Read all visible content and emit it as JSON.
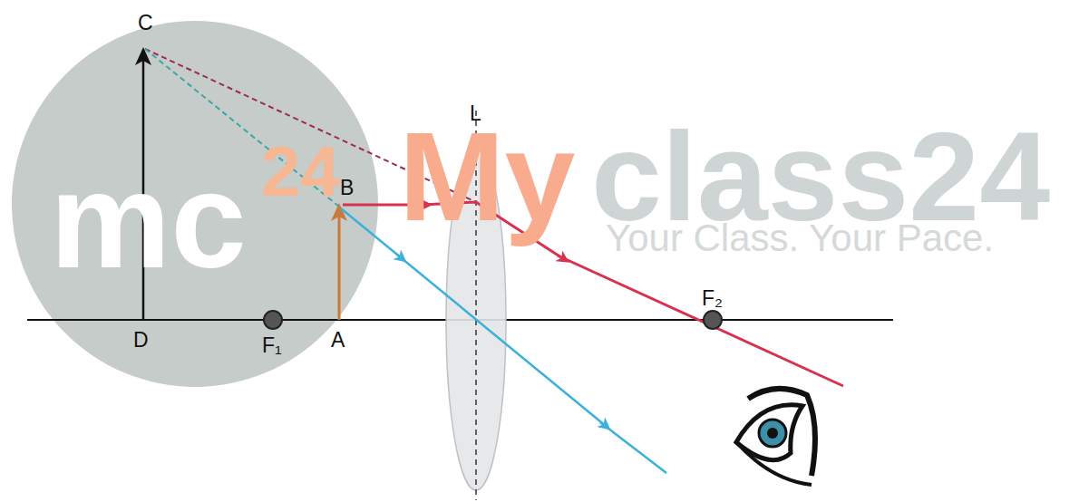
{
  "diagram": {
    "labels": [
      "C",
      "L",
      "B",
      "mc",
      "24",
      "My",
      "class24",
      "Your Class. Your Pace.",
      "D",
      "F₁",
      "A",
      "F₂"
    ]
  }
}
